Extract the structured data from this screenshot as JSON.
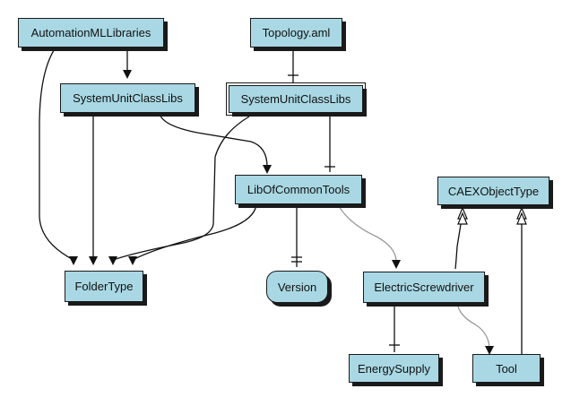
{
  "nodes": {
    "automationml_libraries": "AutomationMLLibraries",
    "topology_aml": "Topology.aml",
    "system_unit_class_libs_left": "SystemUnitClassLibs",
    "system_unit_class_libs_right": "SystemUnitClassLibs",
    "lib_of_common_tools": "LibOfCommonTools",
    "caex_object_type": "CAEXObjectType",
    "folder_type": "FolderType",
    "version": "Version",
    "electric_screwdriver": "ElectricScrewdriver",
    "energy_supply": "EnergySupply",
    "tool": "Tool"
  },
  "colors": {
    "node_fill": "#a9d8e4",
    "node_border": "#1a1a1a",
    "edge": "#111111",
    "edge_light": "#9a9a9a"
  }
}
